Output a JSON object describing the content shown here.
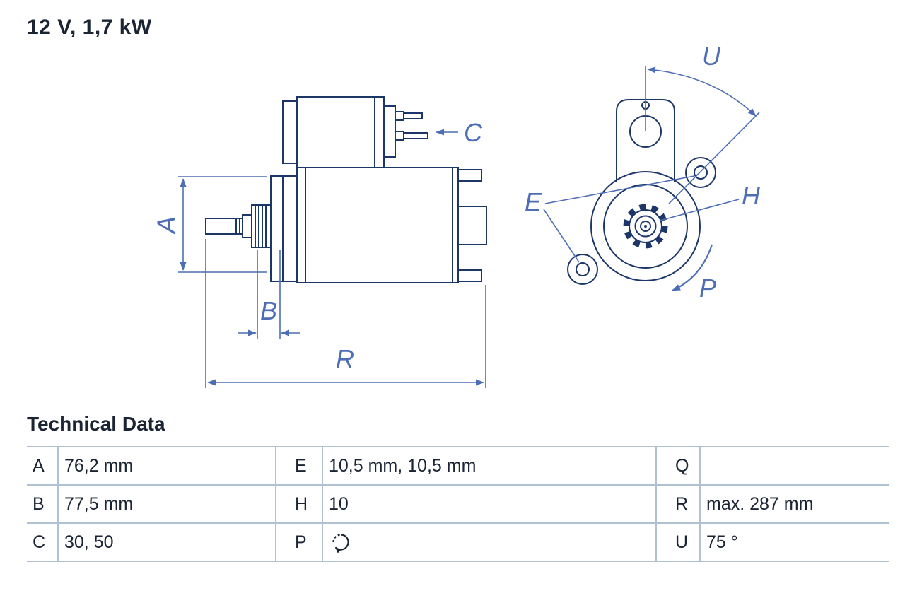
{
  "title": "12 V, 1,7 kW",
  "colors": {
    "drawing_line": "#1c3667",
    "dimension_line": "#4d6eb4",
    "text": "#1a2433",
    "table_border": "#b0c1d6",
    "background": "#ffffff"
  },
  "diagram": {
    "description": "starter-motor side view and mounting-flange front view",
    "labels": {
      "A": "A",
      "B": "B",
      "C": "C",
      "R": "R",
      "U": "U",
      "E": "E",
      "H": "H",
      "P": "P"
    }
  },
  "technical_data": {
    "heading": "Technical Data",
    "rows": [
      {
        "cells": [
          {
            "key": "A",
            "value": "76,2 mm"
          },
          {
            "key": "E",
            "value": "10,5 mm, 10,5 mm"
          },
          {
            "key": "Q",
            "value": ""
          }
        ]
      },
      {
        "cells": [
          {
            "key": "B",
            "value": "77,5 mm"
          },
          {
            "key": "H",
            "value": "10"
          },
          {
            "key": "R",
            "value": "max. 287 mm"
          }
        ]
      },
      {
        "cells": [
          {
            "key": "C",
            "value": "30, 50"
          },
          {
            "key": "P",
            "value": "",
            "icon": "rotation-clockwise-icon"
          },
          {
            "key": "U",
            "value": "75 °"
          }
        ]
      }
    ]
  }
}
